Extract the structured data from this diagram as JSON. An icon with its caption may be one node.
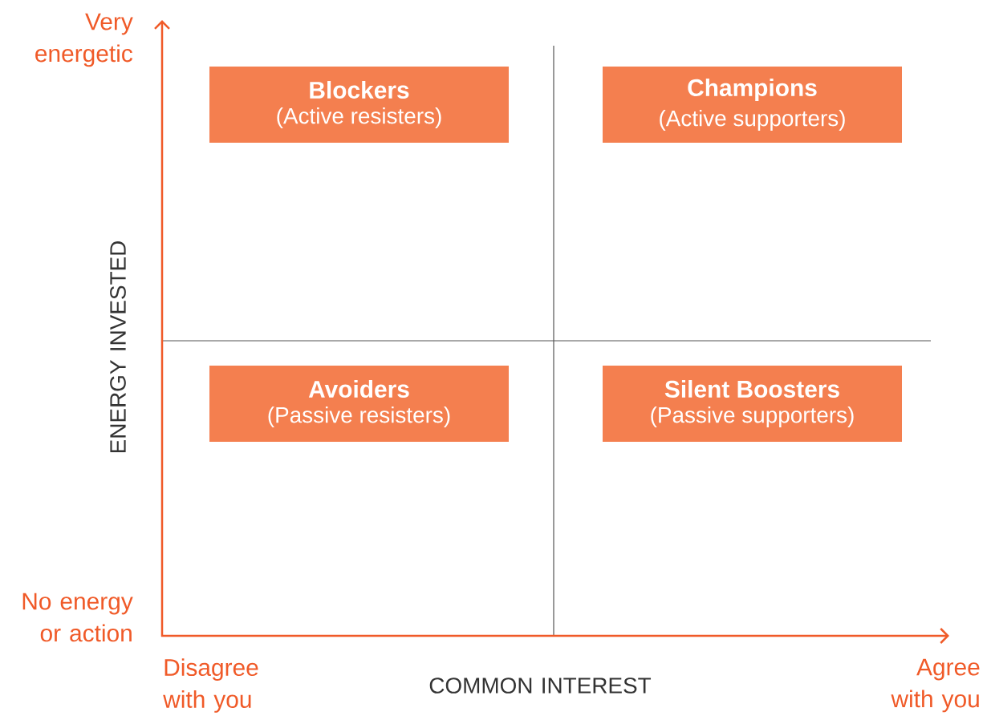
{
  "diagram": {
    "nodes": [
      {
        "text": [
          "Blockers",
          "(Active resisters)"
        ]
      },
      {
        "text": [
          "Champions",
          "(Active supporters)"
        ]
      },
      {
        "text": [
          "Avoiders",
          "(Passive resisters)"
        ]
      },
      {
        "text": [
          "Silent Boosters",
          "(Passive supporters)"
        ]
      }
    ],
    "labels": [
      "Very energetic",
      "ENERGY INVESTED",
      "No energy or action",
      "Disagree with you",
      "COMMON INTEREST",
      "Agree with you"
    ]
  }
}
